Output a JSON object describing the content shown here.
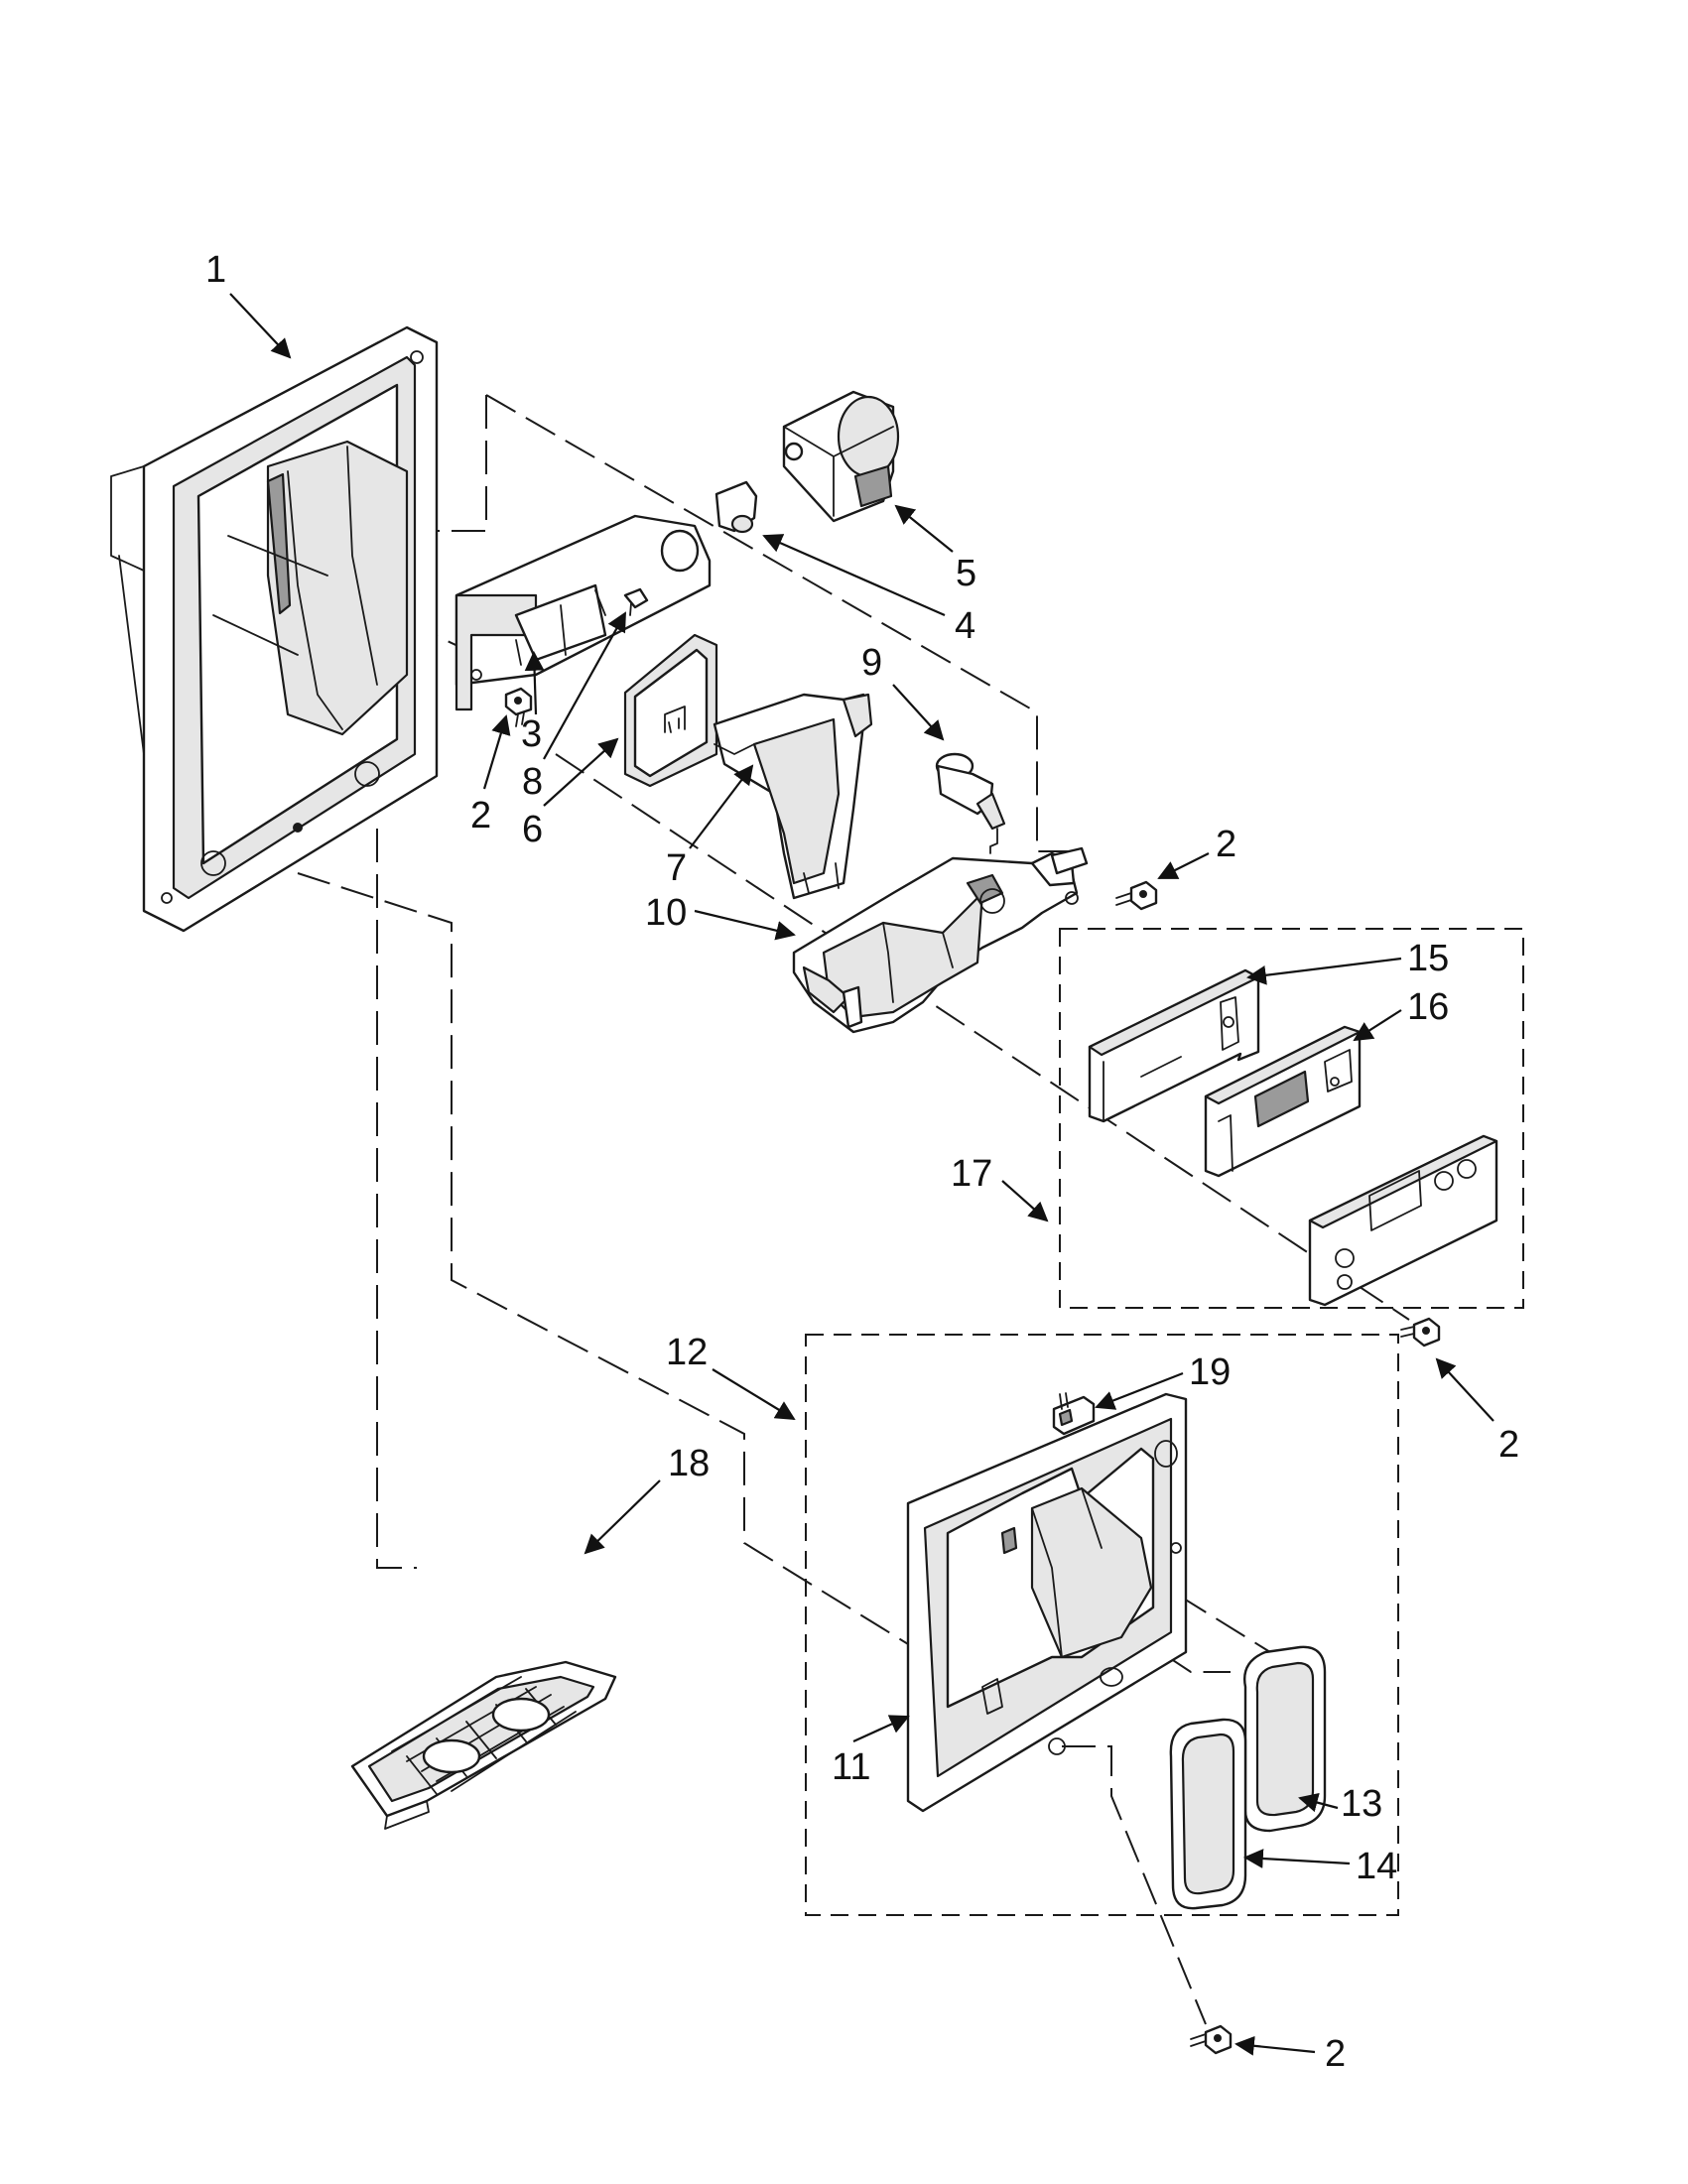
{
  "callouts": {
    "c1": "1",
    "c2a": "2",
    "c2b": "2",
    "c2c": "2",
    "c2d": "2",
    "c3": "3",
    "c4": "4",
    "c5": "5",
    "c6": "6",
    "c7": "7",
    "c8": "8",
    "c9": "9",
    "c10": "10",
    "c11": "11",
    "c12": "12",
    "c13": "13",
    "c14": "14",
    "c15": "15",
    "c16": "16",
    "c17": "17",
    "c18": "18",
    "c19": "19"
  }
}
